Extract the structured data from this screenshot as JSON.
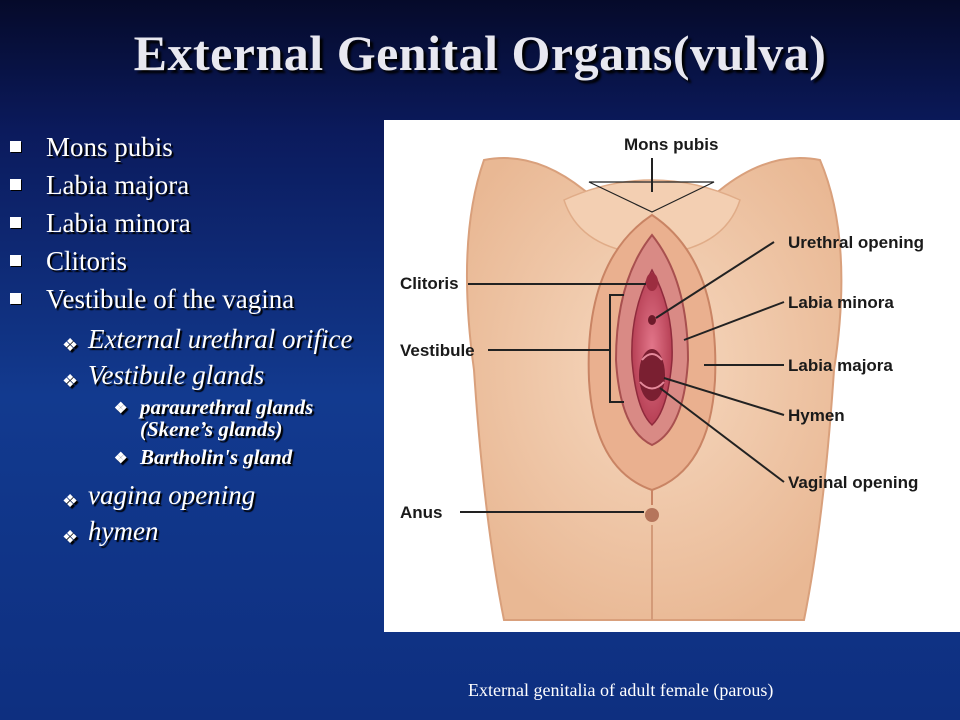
{
  "title": "External Genital Organs(vulva)",
  "bullets": {
    "l1": [
      "Mons pubis",
      "Labia majora",
      "Labia minora",
      "Clitoris",
      "Vestibule of the vagina"
    ],
    "vestibule": {
      "external_urethral": "External urethral orifice",
      "glands": "Vestibule glands",
      "paraurethral": "paraurethral glands (Skene’s glands)",
      "bartholin": "Bartholin's gland",
      "vagina_opening": "vagina opening",
      "hymen": "hymen"
    }
  },
  "figure": {
    "labels": {
      "mons_pubis": "Mons pubis",
      "urethral_opening": "Urethral opening",
      "clitoris": "Clitoris",
      "labia_minora": "Labia minora",
      "vestibule": "Vestibule",
      "labia_majora": "Labia majora",
      "hymen": "Hymen",
      "vaginal_opening": "Vaginal opening",
      "anus": "Anus"
    }
  },
  "caption": "External genitalia of adult female (parous)",
  "colors": {
    "background": "#123a8f",
    "title": "#e8e8f0",
    "skin": "#f2c9a8",
    "tissue": "#c9475a"
  }
}
